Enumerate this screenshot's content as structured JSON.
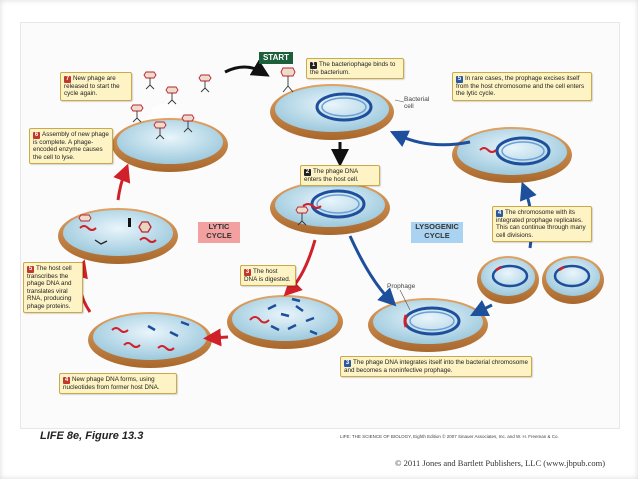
{
  "start_label": "START",
  "cycles": {
    "lytic": "LYTIC CYCLE",
    "lysogenic": "LYSOGENIC CYCLE"
  },
  "labels": {
    "bacterial_cell": "Bacterial cell",
    "prophage": "Prophage"
  },
  "steps": {
    "s1": {
      "num": "1",
      "text": "The bacteriophage binds to the bacterium."
    },
    "s2": {
      "num": "2",
      "text": "The phage DNA enters the host cell."
    },
    "s3_lytic": {
      "num": "3",
      "text": "The host DNA is digested."
    },
    "s3_lyso": {
      "num": "3",
      "text": "The phage DNA integrates itself into the bacterial chromosome and becomes a noninfective prophage."
    },
    "s4_lytic": {
      "num": "4",
      "text": "New phage DNA forms, using nucleotides from former host DNA."
    },
    "s4_lyso": {
      "num": "4",
      "text": "The chromosome with its integrated prophage replicates. This can continue through many cell divisions."
    },
    "s5_lytic": {
      "num": "5",
      "text": "The host cell transcribes the phage DNA and translates viral RNA, producing phage proteins."
    },
    "s5_lyso": {
      "num": "5",
      "text": "In rare cases, the prophage excises itself from the host chromosome and the cell enters the lytic cycle."
    },
    "s6": {
      "num": "6",
      "text": "Assembly of new phage is complete. A phage-encoded enzyme causes the cell to lyse."
    },
    "s7": {
      "num": "7",
      "text": "New phage are released to start the cycle again."
    }
  },
  "caption": "LIFE 8e, Figure 13.3",
  "credit": "LIFE: THE SCIENCE OF BIOLOGY, Eighth Edition  © 2007 Sinauer Associates, Inc. and W. H. Freeman & Co.",
  "copyright": "© 2011 Jones and Bartlett Publishers, LLC (www.jbpub.com)"
}
